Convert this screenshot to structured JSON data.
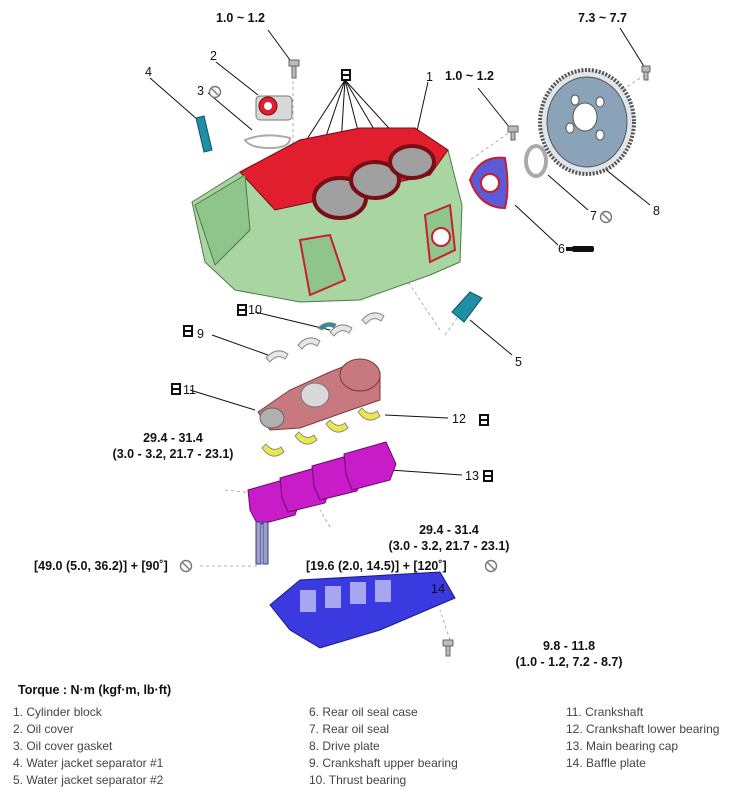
{
  "torque_labels": {
    "t1": "1.0 ~ 1.2",
    "t2": "7.3 ~ 7.7",
    "t3": "1.0 ~ 1.2",
    "t4_line1": "29.4 - 31.4",
    "t4_line2": "(3.0 - 3.2, 21.7 - 23.1)",
    "t5_line1": "29.4 - 31.4",
    "t5_line2": "(3.0 - 3.2, 21.7 - 23.1)",
    "t6": "[49.0 (5.0, 36.2)] + [90˚]",
    "t7": "[19.6 (2.0, 14.5)] + [120˚]",
    "t8_line1": "9.8 - 11.8",
    "t8_line2": "(1.0 - 1.2, 7.2 - 8.7)"
  },
  "callouts": [
    "1",
    "2",
    "3",
    "4",
    "5",
    "6",
    "7",
    "8",
    "9",
    "10",
    "11",
    "12",
    "13",
    "14"
  ],
  "torque_heading": "Torque : N·m (kgf·m, lb·ft)",
  "legend": {
    "col1": [
      "1. Cylinder block",
      "2. Oil cover",
      "3. Oil cover gasket",
      "4. Water jacket separator #1",
      "5. Water jacket separator #2"
    ],
    "col2": [
      "6. Rear oil seal case",
      "7. Rear oil seal",
      "8. Drive plate",
      "9. Crankshaft upper bearing",
      "10. Thrust bearing"
    ],
    "col3": [
      "11. Crankshaft",
      "12. Crankshaft lower bearing",
      "13. Main bearing cap",
      "14. Baffle plate"
    ]
  },
  "colors": {
    "block": "#a8d5a2",
    "deck": "#e01e2e",
    "bearing_cap": "#c81cc8",
    "baffle": "#3a3ae0",
    "crank": "#c7797f",
    "separator": "#1f8fa6",
    "drive_plate": "#8aa3b8"
  }
}
